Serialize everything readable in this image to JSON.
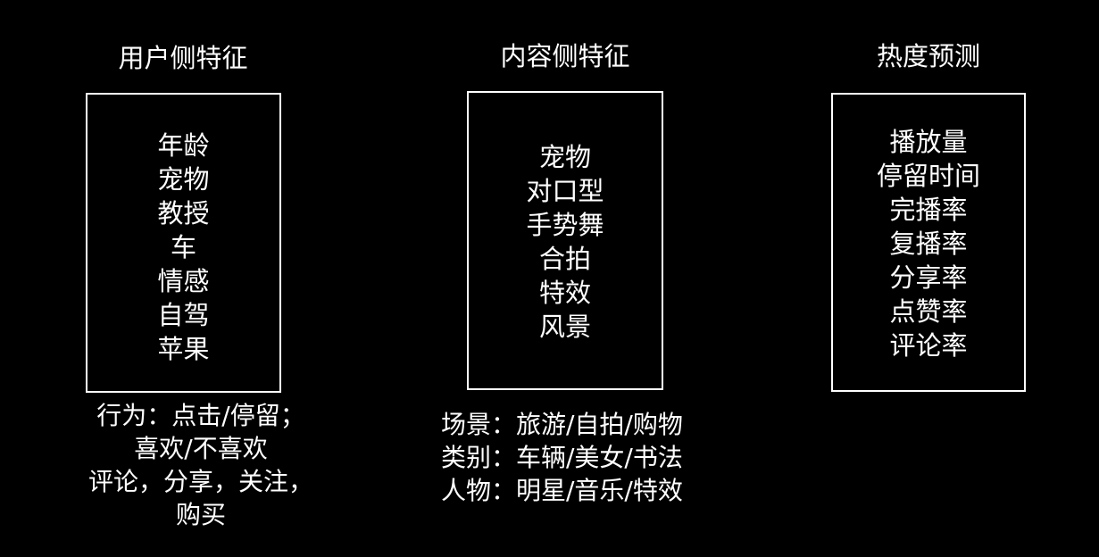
{
  "columns": [
    {
      "title": "用户侧特征",
      "items": [
        "年龄",
        "宠物",
        "教授",
        "车",
        "情感",
        "自驾",
        "苹果"
      ],
      "notes": [
        "行为：点击/停留；",
        "喜欢/不喜欢",
        "评论，分享，关注，",
        "购买"
      ]
    },
    {
      "title": "内容侧特征",
      "items": [
        "宠物",
        "对口型",
        "手势舞",
        "合拍",
        "特效",
        "风景"
      ],
      "notes": [
        "场景：旅游/自拍/购物",
        "类别：车辆/美女/书法",
        "人物：明星/音乐/特效"
      ]
    },
    {
      "title": "热度预测",
      "items": [
        "播放量",
        "停留时间",
        "完播率",
        "复播率",
        "分享率",
        "点赞率",
        "评论率"
      ],
      "notes": []
    }
  ],
  "colors": {
    "background": "#000000",
    "foreground": "#ffffff"
  }
}
